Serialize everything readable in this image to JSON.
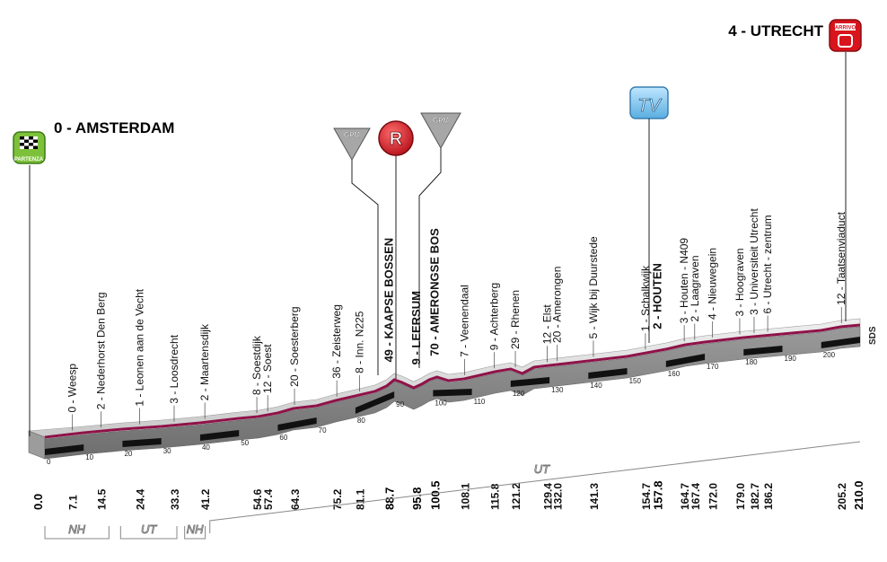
{
  "start": {
    "name": "0 - AMSTERDAM",
    "badge": "PARTENZA",
    "km": "0.0"
  },
  "finish": {
    "name": "4 - UTRECHT",
    "badge": "ARRIVO",
    "km": "210.0"
  },
  "sds_label": "SDS",
  "markers": {
    "gpm": "GPM",
    "r": "R",
    "tv": "TV"
  },
  "regions": [
    "NH",
    "UT",
    "NH",
    "UT"
  ],
  "scale_ticks": [
    "0",
    "10",
    "20",
    "30",
    "40",
    "50",
    "60",
    "70",
    "80",
    "90",
    "100",
    "110",
    "120",
    "130",
    "140",
    "150",
    "160",
    "170",
    "180",
    "190",
    "200"
  ],
  "waypoints": [
    {
      "label": "0 - Weesp",
      "km": "7.1",
      "bold": false
    },
    {
      "label": "2 - Nederhorst Den Berg",
      "km": "14.5",
      "bold": false
    },
    {
      "label": "1 - Leonen aan de Vecht",
      "km": "24.4",
      "bold": false
    },
    {
      "label": "3 - Loosdrecht",
      "km": "33.3",
      "bold": false
    },
    {
      "label": "2 - Maartensdijk",
      "km": "41.2",
      "bold": false
    },
    {
      "label": "8 - Soestdijk",
      "km": "54.6",
      "bold": false
    },
    {
      "label": "12 - Soest",
      "km": "57.4",
      "bold": false
    },
    {
      "label": "20 - Soesterberg",
      "km": "64.3",
      "bold": false
    },
    {
      "label": "36 - Zeisterweg",
      "km": "75.2",
      "bold": false
    },
    {
      "label": "8 - Inn. N225",
      "km": "81.1",
      "bold": false
    },
    {
      "label": "49 - KAAPSE BOSSEN",
      "km": "88.7",
      "bold": true
    },
    {
      "label": "9 - LEERSUM",
      "km": "95.8",
      "bold": true
    },
    {
      "label": "70 - AMERONGSE BOS",
      "km": "100.5",
      "bold": true
    },
    {
      "label": "7 - Veenendaal",
      "km": "108.1",
      "bold": false
    },
    {
      "label": "9 - Achterberg",
      "km": "115.8",
      "bold": false
    },
    {
      "label": "29 - Rhenen",
      "km": "121.2",
      "bold": false
    },
    {
      "label": "12 - Elst",
      "km": "129.4",
      "bold": false
    },
    {
      "label": "20 - Amerongen",
      "km": "132.0",
      "bold": false
    },
    {
      "label": "5 - Wijk bij Duurstede",
      "km": "141.3",
      "bold": false
    },
    {
      "label": "1 - Schalkwijk",
      "km": "154.7",
      "bold": false
    },
    {
      "label": "2 - HOUTEN",
      "km": "157.8",
      "bold": true
    },
    {
      "label": "3 - Houten - N409",
      "km": "164.7",
      "bold": false
    },
    {
      "label": "2 - Laagraven",
      "km": "167.4",
      "bold": false
    },
    {
      "label": "4 - Nieuwegein",
      "km": "172.0",
      "bold": false
    },
    {
      "label": "3 - Hoograven",
      "km": "179.0",
      "bold": false
    },
    {
      "label": "3 - Universiteit Utrecht",
      "km": "182.7",
      "bold": false
    },
    {
      "label": "6 - Utrecht - zentrum",
      "km": "186.2",
      "bold": false
    },
    {
      "label": "12 - Taatsenviaduct",
      "km": "205.2",
      "bold": false
    }
  ],
  "colors": {
    "profile_line": "#8e1248",
    "fill_top": "#d9d9d9",
    "fill_side": "#8a8a8a",
    "partenza": "#7dc13a",
    "arrivo": "#d8141c",
    "gpm": "#a7a7a7",
    "r_marker": "#d01820",
    "tv": "#7fc4ee"
  }
}
